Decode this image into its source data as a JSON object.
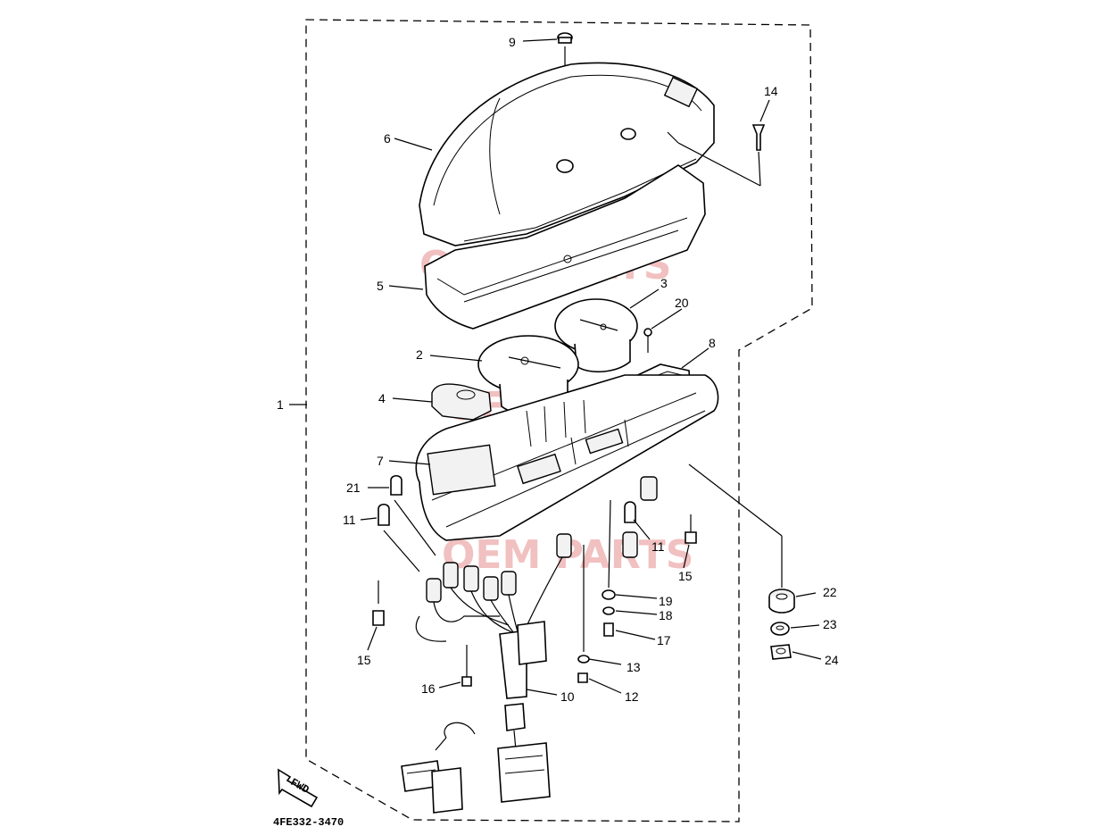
{
  "diagram": {
    "code": "4FE332-3470",
    "fwd_label": "FWD",
    "watermark": "OEM PARTS",
    "callouts": [
      {
        "id": "c9",
        "text": "9"
      },
      {
        "id": "c14",
        "text": "14"
      },
      {
        "id": "c6",
        "text": "6"
      },
      {
        "id": "c5",
        "text": "5"
      },
      {
        "id": "c3",
        "text": "3"
      },
      {
        "id": "c20",
        "text": "20"
      },
      {
        "id": "c2",
        "text": "2"
      },
      {
        "id": "c8",
        "text": "8"
      },
      {
        "id": "c1",
        "text": "1"
      },
      {
        "id": "c4",
        "text": "4"
      },
      {
        "id": "c7",
        "text": "7"
      },
      {
        "id": "c21",
        "text": "21"
      },
      {
        "id": "c11a",
        "text": "11"
      },
      {
        "id": "c11b",
        "text": "11"
      },
      {
        "id": "c15a",
        "text": "15"
      },
      {
        "id": "c15b",
        "text": "15"
      },
      {
        "id": "c22",
        "text": "22"
      },
      {
        "id": "c19",
        "text": "19"
      },
      {
        "id": "c18",
        "text": "18"
      },
      {
        "id": "c23",
        "text": "23"
      },
      {
        "id": "c17",
        "text": "17"
      },
      {
        "id": "c24",
        "text": "24"
      },
      {
        "id": "c13",
        "text": "13"
      },
      {
        "id": "c16",
        "text": "16"
      },
      {
        "id": "c12",
        "text": "12"
      },
      {
        "id": "c10",
        "text": "10"
      }
    ]
  }
}
